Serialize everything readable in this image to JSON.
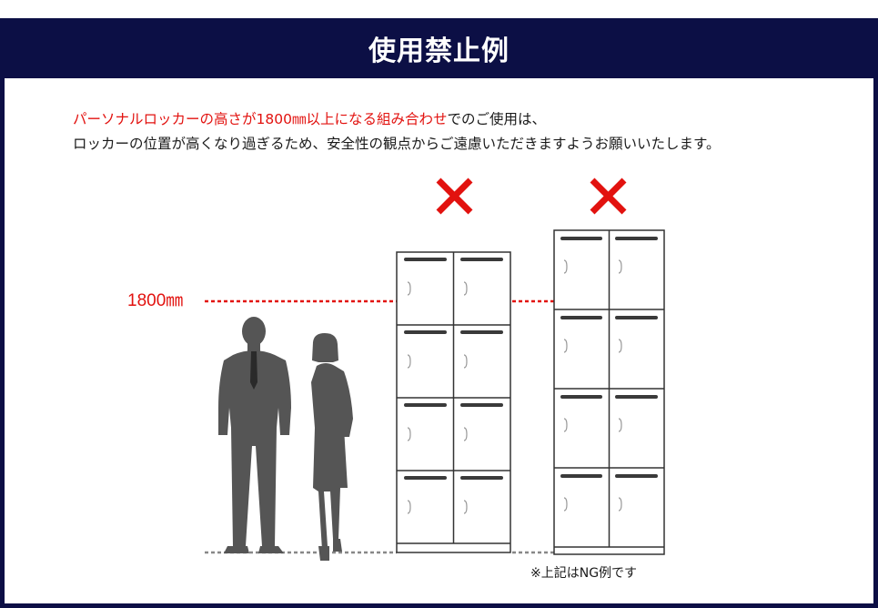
{
  "header": {
    "title": "使用禁止例"
  },
  "notice": {
    "highlight": "パーソナルロッカーの高さが1800㎜以上になる組み合わせ",
    "line1_rest": "でのご使用は、",
    "line2": "ロッカーの位置が高くなり過ぎるため、安全性の観点からご遠慮いただきますようお願いいたします。"
  },
  "height_label": "1800㎜",
  "footnote": "※上記はNG例です",
  "marks": {
    "ng_symbol": "x-mark-icon",
    "ng_color": "#e2120f"
  },
  "colors": {
    "navy": "#0c0f45",
    "red": "#e2120f",
    "silhouette": "#555555",
    "locker_line": "#333333"
  }
}
